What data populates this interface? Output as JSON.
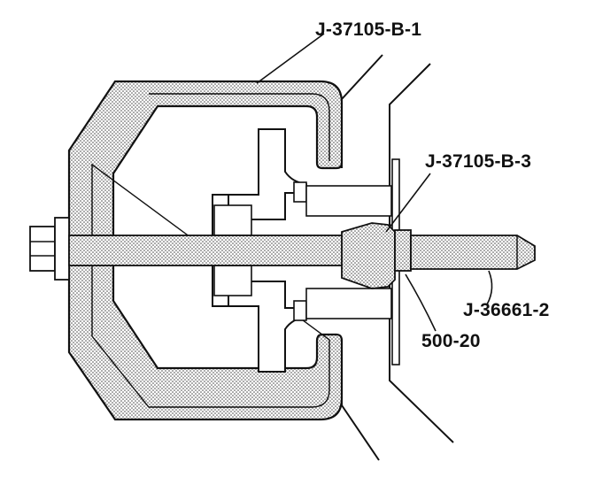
{
  "labels": {
    "puller": "J-37105-B-1",
    "adapter": "J-37105-B-3",
    "forcing_screw": "J-36661-2",
    "bolt": "500-20"
  },
  "colors": {
    "ink": "#111111",
    "stipple": "#c8c8c8",
    "background": "#ffffff"
  }
}
